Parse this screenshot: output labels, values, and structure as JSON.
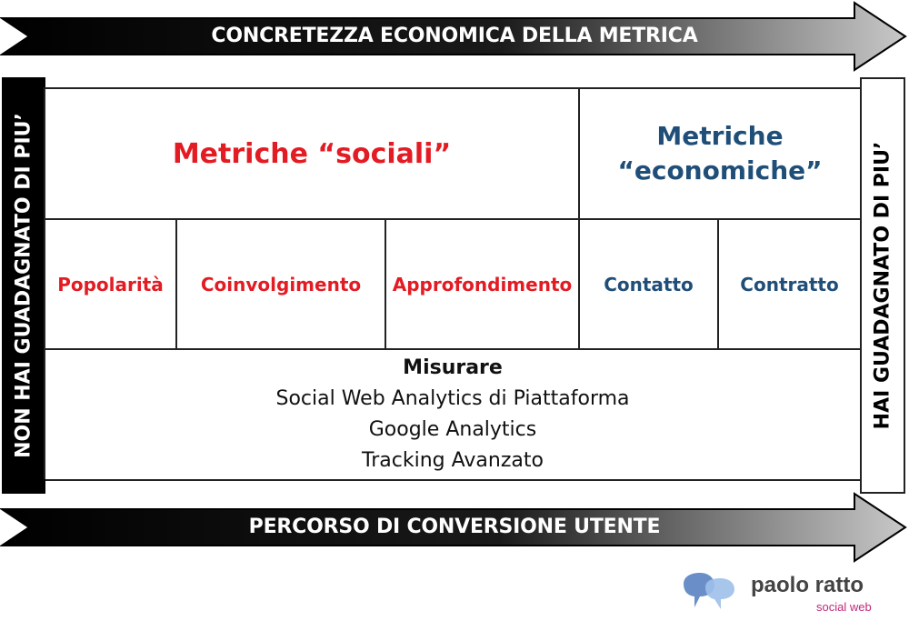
{
  "top_arrow": {
    "label": "CONCRETEZZA ECONOMICA DELLA METRICA"
  },
  "bottom_arrow": {
    "label": "PERCORSO DI CONVERSIONE UTENTE"
  },
  "left_bar": {
    "label": "NON HAI GUADAGNATO DI PIU’"
  },
  "right_bar": {
    "label": "HAI GUADAGNATO DI PIU’"
  },
  "table": {
    "social_heading": "Metriche “sociali”",
    "economic_heading_line1": "Metriche",
    "economic_heading_line2": "“economiche”",
    "cells": [
      "Popolarità",
      "Coinvolgimento",
      "Approfondimento",
      "Contatto",
      "Contratto"
    ],
    "measure_title": "Misurare",
    "measure_items": [
      "Social Web Analytics di Piattaforma",
      "Google Analytics",
      "Tracking Avanzato"
    ]
  },
  "logo": {
    "name": "paolo ratto",
    "tagline": "social web",
    "icon": "speech-bubbles-icon"
  },
  "colors": {
    "social": "#e31b23",
    "economic": "#1f4e79",
    "arrow_dark": "#000000",
    "arrow_light": "#bfbfbf"
  }
}
